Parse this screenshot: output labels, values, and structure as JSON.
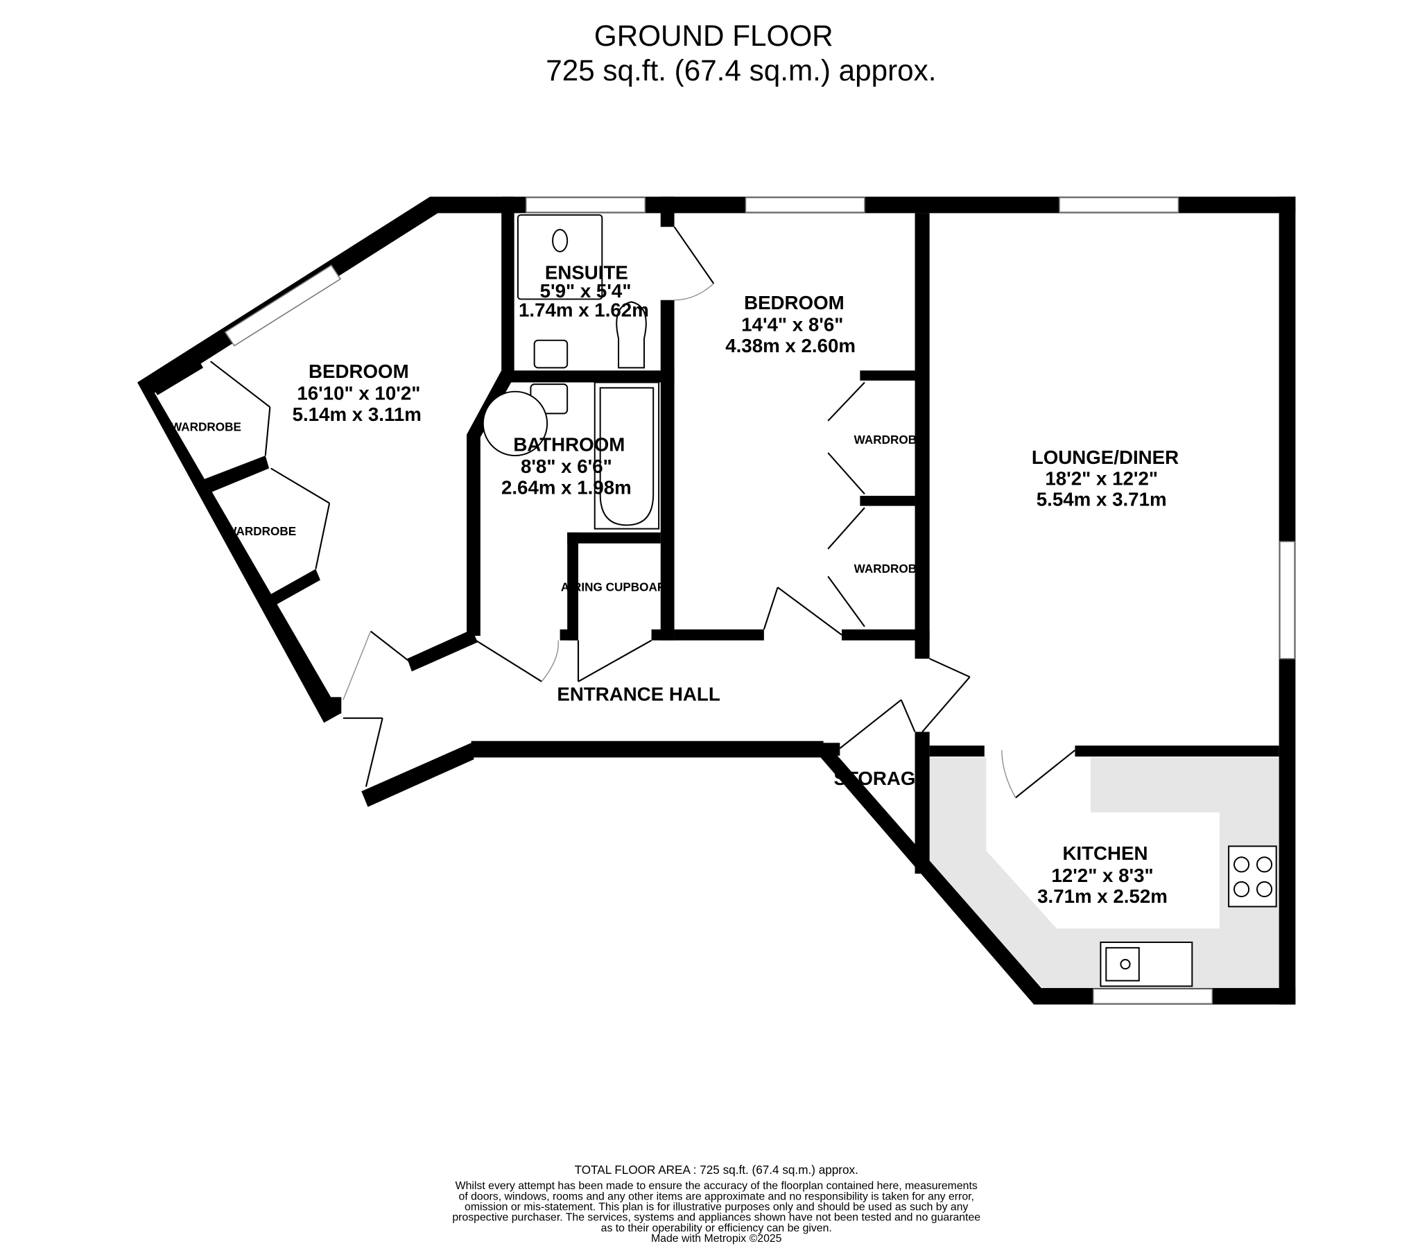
{
  "header": {
    "floor": "GROUND FLOOR",
    "area": "725 sq.ft. (67.4 sq.m.) approx."
  },
  "rooms": [
    {
      "name": "BEDROOM",
      "imperial": "16'10\"  x 10'2\"",
      "metric": "5.14m  x 3.11m"
    },
    {
      "name": "ENSUITE",
      "imperial": "5'9\"  x 5'4\"",
      "metric": "1.74m  x 1.62m"
    },
    {
      "name": "BEDROOM",
      "imperial": "14'4\"  x 8'6\"",
      "metric": "4.38m  x 2.60m"
    },
    {
      "name": "BATHROOM",
      "imperial": "8'8\"  x 6'6\"",
      "metric": "2.64m  x 1.98m"
    },
    {
      "name": "LOUNGE/DINER",
      "imperial": "18'2\"  x 12'2\"",
      "metric": "5.54m  x 3.71m"
    },
    {
      "name": "KITCHEN",
      "imperial": "12'2\"  x 8'3\"",
      "metric": "3.71m  x 2.52m"
    },
    {
      "name": "ENTRANCE HALL"
    }
  ],
  "small_labels": {
    "wardrobe_1": "WARDROBE",
    "wardrobe_2": "WARDROBE",
    "wardrobe_3": "WARDROBE",
    "wardrobe_4": "WARDROBE",
    "airing": "AIRING CUPBOARD",
    "storage": "STORAGE"
  },
  "footer": {
    "total": "TOTAL FLOOR AREA : 725 sq.ft. (67.4 sq.m.) approx.",
    "disclaimer": [
      "Whilst every attempt has been made to ensure the accuracy of the floorplan contained here, measurements",
      "of doors, windows, rooms and any other items are approximate and no responsibility is taken for any error,",
      "omission or mis-statement. This plan is for illustrative purposes only and should be used as such by any",
      "prospective purchaser. The services, systems and appliances shown have not been tested and no guarantee",
      "as to their operability or efficiency can be given."
    ],
    "credit": "Made with Metropix ©2025"
  },
  "colors": {
    "wall": "#000000",
    "kitchen_worktop": "#e6e6e6"
  }
}
